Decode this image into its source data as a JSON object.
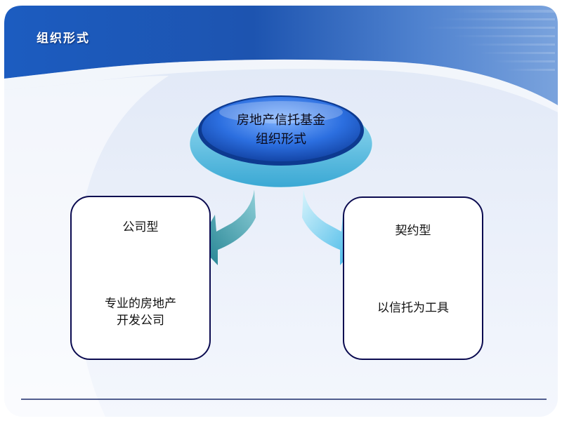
{
  "title": "组织形式",
  "center": {
    "line1": "房地产信托基金",
    "line2": "组织形式"
  },
  "left_box": {
    "heading": "公司型",
    "body_line1": "专业的房地产",
    "body_line2": "开发公司"
  },
  "right_box": {
    "heading": "契约型",
    "body": "以信托为工具"
  },
  "colors": {
    "header_blue": "#1a4fa8",
    "box_border": "#0b0b50",
    "left_arrow": "#3a9aa8",
    "right_arrow": "#5ec8e8",
    "center_oval": "#2a6fd8",
    "center_base": "#5cc4e6",
    "footer_line": "#1a2a6a"
  }
}
